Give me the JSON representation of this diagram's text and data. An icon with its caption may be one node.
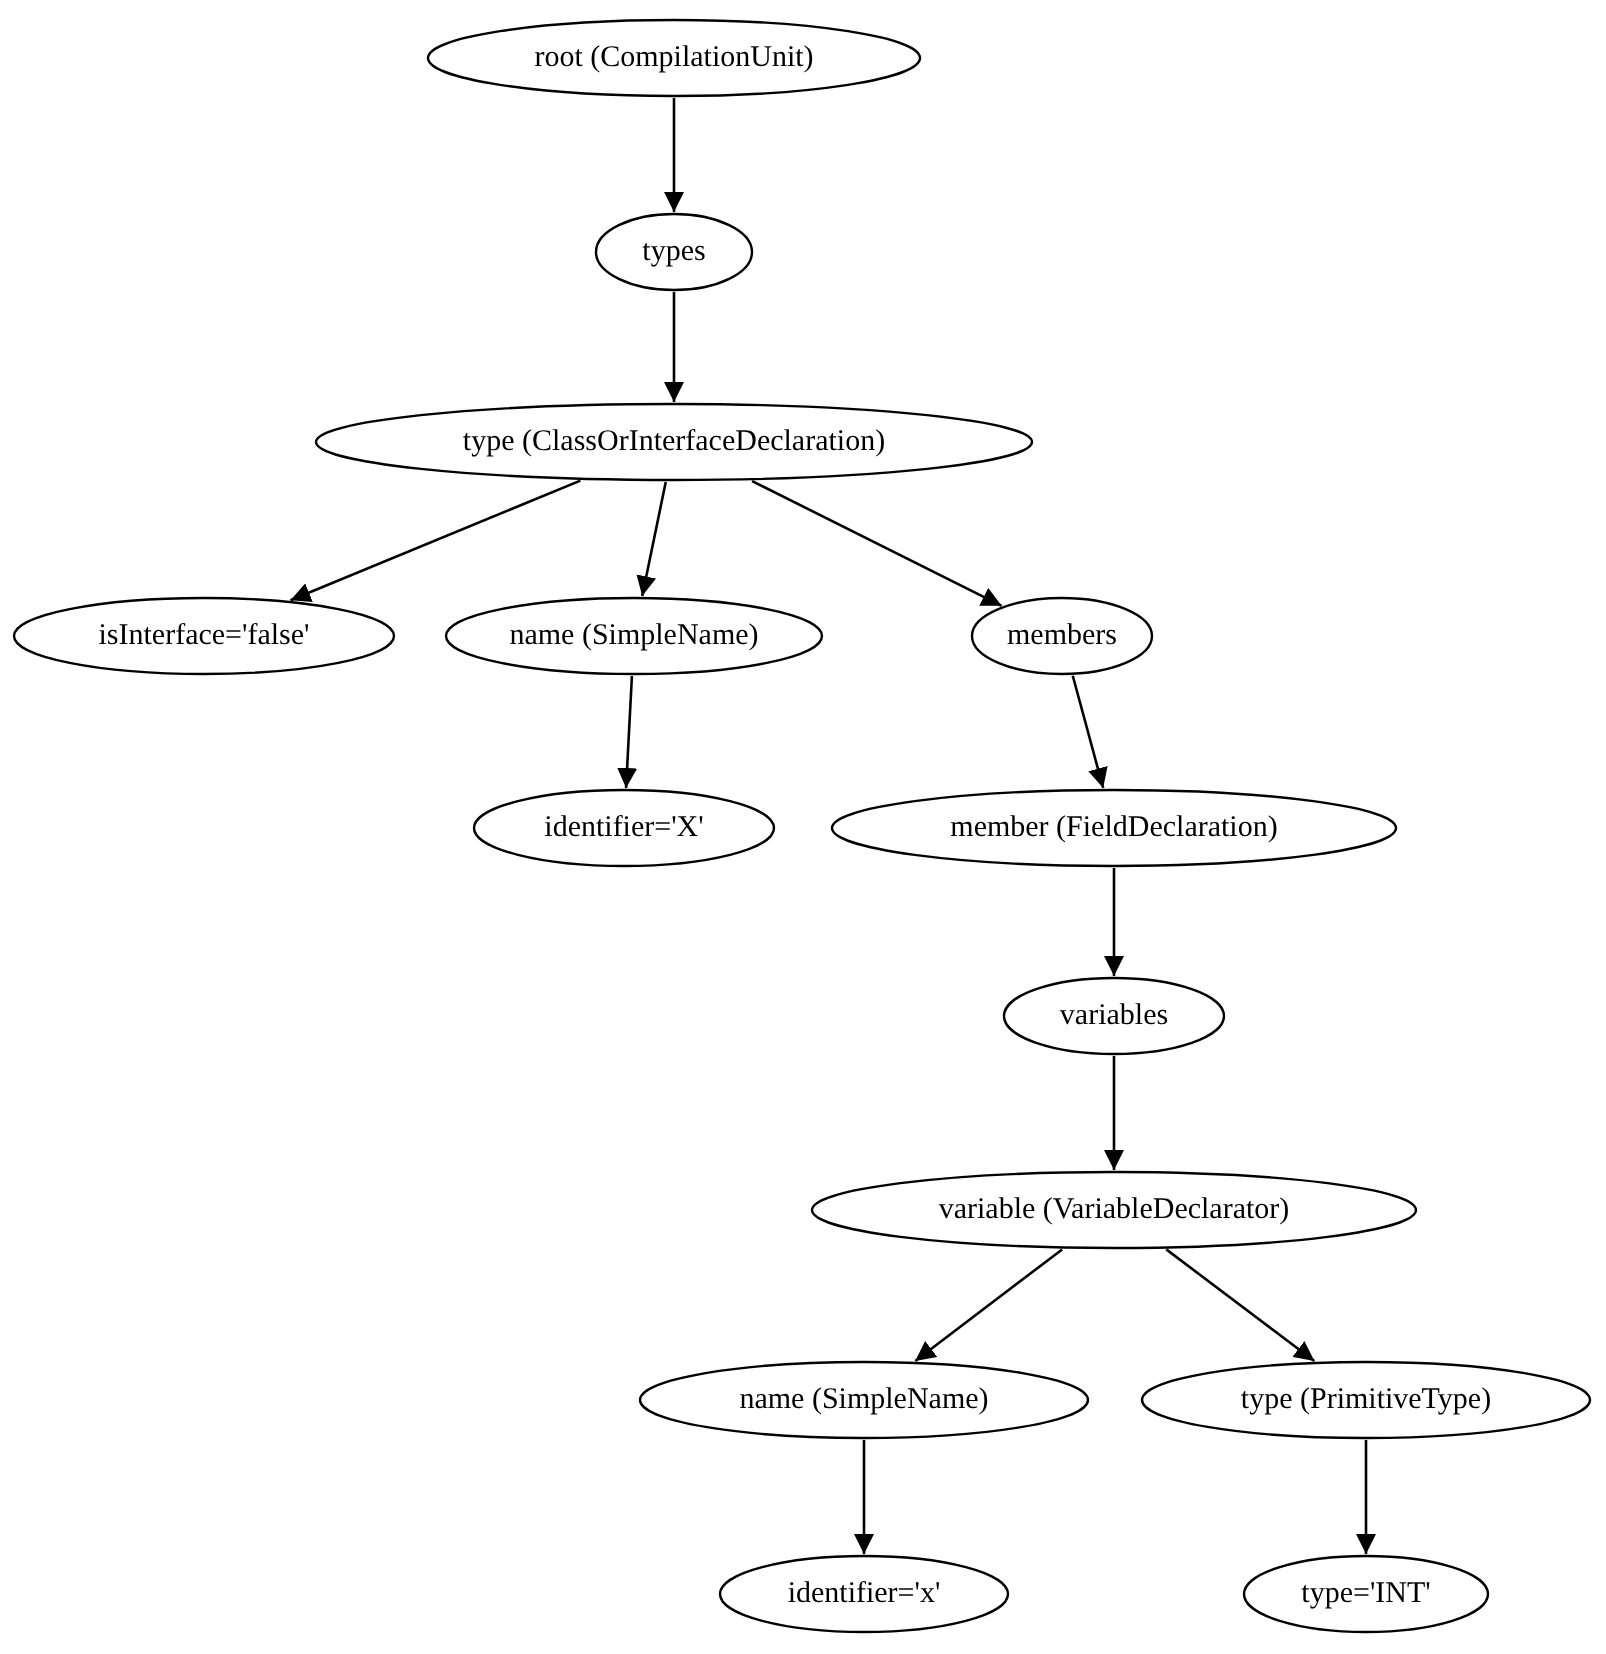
{
  "diagram": {
    "nodes": [
      {
        "text": [
          "root (CompilationUnit)"
        ]
      },
      {
        "text": [
          "types"
        ]
      },
      {
        "text": [
          "type (ClassOrInterfaceDeclaration)"
        ]
      },
      {
        "text": [
          "isInterface='false'"
        ]
      },
      {
        "text": [
          "name (SimpleName)"
        ]
      },
      {
        "text": [
          "members"
        ]
      },
      {
        "text": [
          "identifier='X'"
        ]
      },
      {
        "text": [
          "member (FieldDeclaration)"
        ]
      },
      {
        "text": [
          "variables"
        ]
      },
      {
        "text": [
          "variable (VariableDeclarator)"
        ]
      },
      {
        "text": [
          "name (SimpleName)"
        ]
      },
      {
        "text": [
          "type (PrimitiveType)"
        ]
      },
      {
        "text": [
          "identifier='x'"
        ]
      },
      {
        "text": [
          "type='INT'"
        ]
      }
    ],
    "edges": [
      {
        "from": 0,
        "to": 1,
        "arrow": "to"
      },
      {
        "from": 1,
        "to": 2,
        "arrow": "to"
      },
      {
        "from": 2,
        "to": 3,
        "arrow": "to"
      },
      {
        "from": 2,
        "to": 4,
        "arrow": "to"
      },
      {
        "from": 2,
        "to": 5,
        "arrow": "to"
      },
      {
        "from": 4,
        "to": 6,
        "arrow": "to"
      },
      {
        "from": 5,
        "to": 7,
        "arrow": "to"
      },
      {
        "from": 7,
        "to": 8,
        "arrow": "to"
      },
      {
        "from": 8,
        "to": 9,
        "arrow": "to"
      },
      {
        "from": 9,
        "to": 10,
        "arrow": "to"
      },
      {
        "from": 9,
        "to": 11,
        "arrow": "to"
      },
      {
        "from": 10,
        "to": 12,
        "arrow": "to"
      },
      {
        "from": 11,
        "to": 13,
        "arrow": "to"
      }
    ]
  }
}
